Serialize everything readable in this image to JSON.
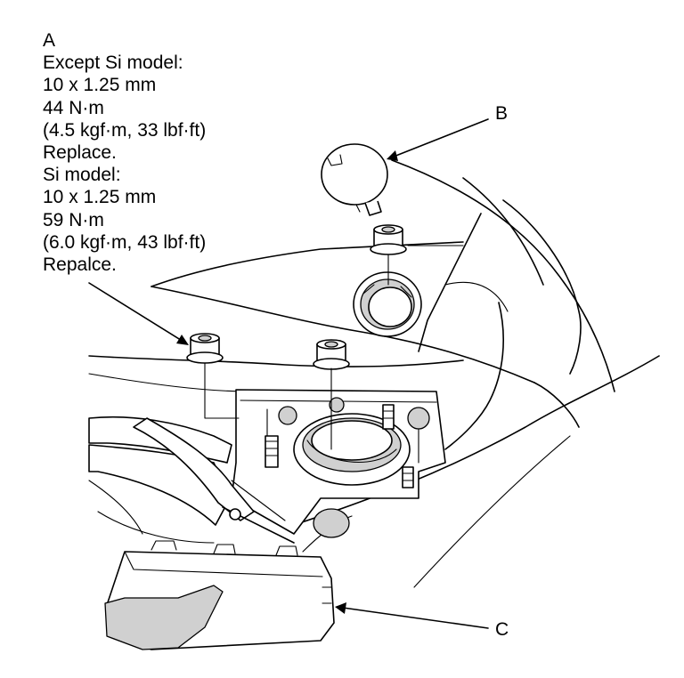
{
  "callout_a": {
    "letter": "A",
    "lines": [
      "Except Si model:",
      "10 x 1.25 mm",
      "44 N·m",
      "(4.5 kgf·m, 33 lbf·ft)",
      "Replace.",
      "Si model:",
      "10 x 1.25 mm",
      "59 N·m",
      "(6.0 kgf·m, 43 lbf·ft)",
      "Repalce."
    ]
  },
  "callout_b": {
    "letter": "B"
  },
  "callout_c": {
    "letter": "C"
  },
  "colors": {
    "line": "#000000",
    "background": "#ffffff",
    "shade": "#d0d0d0"
  }
}
